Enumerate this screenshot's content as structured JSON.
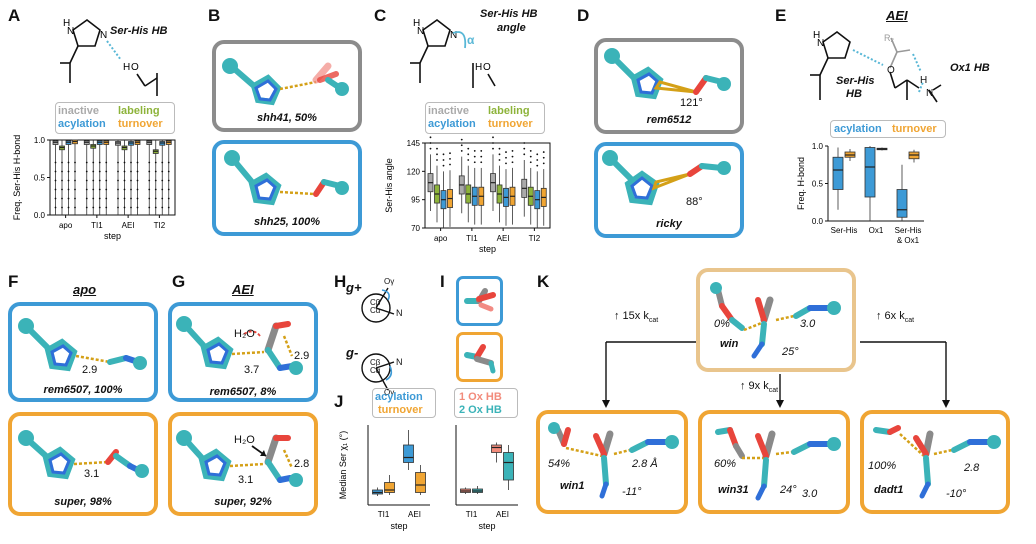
{
  "panels": {
    "A": {
      "letter": "A",
      "hb_label": "Ser-His HB",
      "legend": [
        "inactive",
        "labeling",
        "acylation",
        "turnover"
      ],
      "ylabel": "Freq. Ser-His H-bond",
      "xlabel": "step",
      "xticks": [
        "apo",
        "TI1",
        "AEI",
        "TI2"
      ],
      "yticks": [
        "0.0",
        "0.5",
        "1.0"
      ]
    },
    "B": {
      "letter": "B",
      "cap1": "shh41, 50%",
      "cap2": "shh25, 100%"
    },
    "C": {
      "letter": "C",
      "hb_label": "Ser-His HB",
      "hb_label2": "angle",
      "alpha": "α",
      "legend": [
        "inactive",
        "labeling",
        "acylation",
        "turnover"
      ],
      "ylabel": "Ser-His angle",
      "xlabel": "step",
      "xticks": [
        "apo",
        "TI1",
        "AEI",
        "TI2"
      ],
      "yticks": [
        "70",
        "95",
        "120",
        "145"
      ]
    },
    "D": {
      "letter": "D",
      "cap1": "rem6512",
      "angle1": "121°",
      "cap2": "ricky",
      "angle2": "88°"
    },
    "E": {
      "letter": "E",
      "title": "AEI",
      "r2": "R₂",
      "o": "O",
      "hb1": "Ser-His",
      "hb1b": "HB",
      "hb2": "Ox1 HB",
      "h": "H",
      "n": "N",
      "legend": [
        "acylation",
        "turnover"
      ],
      "ylabel": "Freq. H-bond",
      "xticks": [
        "Ser-His",
        "Ox1",
        "Ser-His",
        "& Ox1"
      ],
      "yticks": [
        "0.0",
        "0.5",
        "1.0"
      ]
    },
    "F": {
      "letter": "F",
      "title": "apo",
      "val1": "2.9",
      "cap1": "rem6507, 100%",
      "val2": "3.1",
      "cap2": "super, 98%"
    },
    "G": {
      "letter": "G",
      "title": "AEI",
      "h2o": "H₂O",
      "v1a": "2.9",
      "v1b": "3.7",
      "cap1": "rem6507, 8%",
      "h2o2": "H₂O",
      "v2a": "2.8",
      "v2b": "3.1",
      "cap2": "super, 92%"
    },
    "H": {
      "letter": "H",
      "gplus": "g+",
      "gminus": "g-",
      "og": "Oγ",
      "cb": "Cβ",
      "ca": "Cα",
      "n": "N"
    },
    "I": {
      "letter": "I"
    },
    "J": {
      "letter": "J",
      "legend1": [
        "acylation",
        "turnover"
      ],
      "legend2": [
        "1 Ox HB",
        "2 Ox HB"
      ],
      "ylabel": "Median Ser χ₁ (°)",
      "xlabel": "step",
      "xticks": [
        "TI1",
        "AEI"
      ]
    },
    "K": {
      "letter": "K",
      "top": {
        "name": "win",
        "p": "0%",
        "d": "3.0",
        "a": "25°"
      },
      "arrows": [
        "↑ 15x k",
        "↑ 9x k",
        "↑ 6x k"
      ],
      "cat": "cat",
      "cards": [
        {
          "name": "win1",
          "p": "54%",
          "d": "2.8 Å",
          "a": "-11°"
        },
        {
          "name": "win31",
          "p": "60%",
          "d": "3.0",
          "a": "24°"
        },
        {
          "name": "dadt1",
          "p": "100%",
          "d": "2.8",
          "a": "-10°"
        }
      ]
    }
  },
  "colors": {
    "inactive": "#aaaaaa",
    "labeling": "#8db33a",
    "acylation": "#3d9ad6",
    "turnover": "#f0a533",
    "teal": "#3bb3b8",
    "red": "#e8453c",
    "blue_atom": "#2f6fd8",
    "grey_atom": "#8a8a8a",
    "bond": "#d4a017"
  },
  "chart_data": [
    {
      "type": "box",
      "panel": "A",
      "ylabel": "Freq. Ser-His H-bond",
      "xlabel": "step",
      "categories": [
        "apo",
        "TI1",
        "AEI",
        "TI2"
      ],
      "ylim": [
        0,
        1
      ],
      "series": [
        {
          "name": "inactive",
          "medians": [
            0.97,
            0.97,
            0.96,
            0.97
          ]
        },
        {
          "name": "labeling",
          "medians": [
            0.9,
            0.92,
            0.9,
            0.85
          ]
        },
        {
          "name": "acylation",
          "medians": [
            0.97,
            0.97,
            0.96,
            0.96
          ]
        },
        {
          "name": "turnover",
          "medians": [
            0.98,
            0.97,
            0.97,
            0.97
          ]
        }
      ]
    },
    {
      "type": "box",
      "panel": "C",
      "ylabel": "Ser-His angle",
      "xlabel": "step",
      "categories": [
        "apo",
        "TI1",
        "AEI",
        "TI2"
      ],
      "ylim": [
        70,
        145
      ],
      "series": [
        {
          "name": "inactive",
          "medians": [
            110,
            108,
            110,
            105
          ]
        },
        {
          "name": "labeling",
          "medians": [
            100,
            100,
            100,
            98
          ]
        },
        {
          "name": "acylation",
          "medians": [
            95,
            98,
            97,
            95
          ]
        },
        {
          "name": "turnover",
          "medians": [
            96,
            98,
            98,
            97
          ]
        }
      ]
    },
    {
      "type": "box",
      "panel": "E",
      "ylabel": "Freq. H-bond",
      "categories": [
        "Ser-His",
        "Ox1",
        "Ser-His & Ox1"
      ],
      "ylim": [
        0,
        1
      ],
      "series": [
        {
          "name": "acylation",
          "medians": [
            0.68,
            0.72,
            0.15
          ]
        },
        {
          "name": "turnover",
          "medians": [
            0.88,
            0.96,
            0.88
          ]
        }
      ]
    },
    {
      "type": "box",
      "panel": "J-left",
      "ylabel": "Median Ser χ₁ (°)",
      "xlabel": "step",
      "categories": [
        "TI1",
        "AEI"
      ],
      "series": [
        {
          "name": "acylation",
          "medians": [
            -55,
            15
          ]
        },
        {
          "name": "turnover",
          "medians": [
            -50,
            -40
          ]
        }
      ]
    },
    {
      "type": "box",
      "panel": "J-right",
      "ylabel": "Median Ser χ₁ (°)",
      "xlabel": "step",
      "categories": [
        "TI1",
        "AEI"
      ],
      "series": [
        {
          "name": "1 Ox HB",
          "medians": [
            -52,
            35
          ]
        },
        {
          "name": "2 Ox HB",
          "medians": [
            -52,
            5
          ]
        }
      ]
    }
  ]
}
